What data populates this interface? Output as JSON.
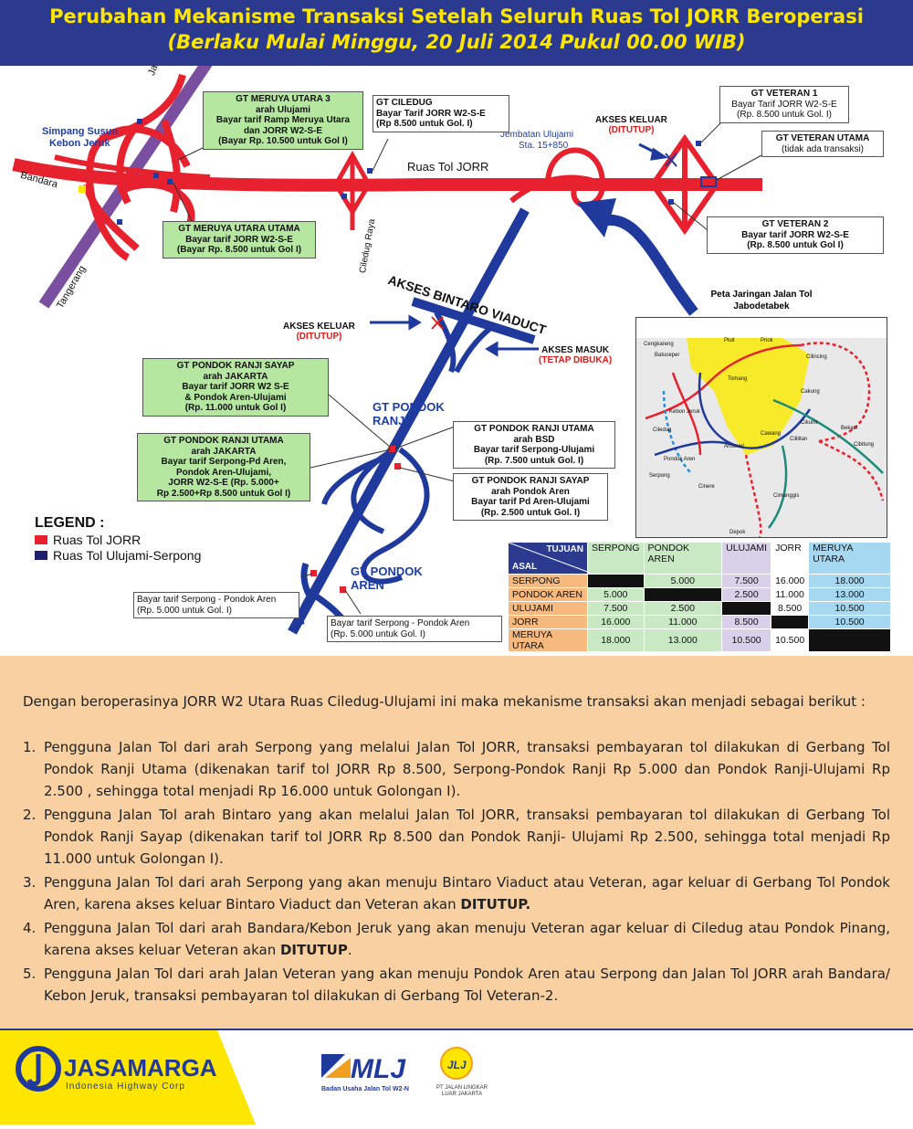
{
  "header": {
    "title": "Perubahan Mekanisme Transaksi Setelah Seluruh Ruas Tol JORR Beroperasi",
    "subtitle": "(Berlaku Mulai Minggu, 20 Juli 2014 Pukul 00.00 WIB)"
  },
  "map": {
    "boxes": {
      "meruya3": [
        "GT MERUYA UTARA 3",
        "arah Ulujami",
        "Bayar tarif Ramp Meruya Utara",
        "dan JORR W2-S-E",
        "(Bayar Rp. 10.500 untuk Gol I)"
      ],
      "meruya_utama": [
        "GT MERUYA UTARA UTAMA",
        "Bayar tarif JORR W2-S-E",
        "(Bayar Rp. 8.500 untuk Gol I)"
      ],
      "ciledug": [
        "GT CILEDUG",
        "Bayar Tarif JORR W2-S-E",
        "(Rp 8.500 untuk Gol. I)"
      ],
      "veteran1": [
        "GT VETERAN 1",
        "Bayar Tarif JORR W2-S-E",
        "(Rp. 8.500 untuk Gol. I)"
      ],
      "veteran_utama": [
        "GT VETERAN UTAMA",
        "(tidak ada transaksi)"
      ],
      "veteran2": [
        "GT VETERAN 2",
        "Bayar tarif JORR W2-S-E",
        "(Rp. 8.500 untuk Gol I)"
      ],
      "pr_sayap_jkt": [
        "GT PONDOK RANJI SAYAP",
        "arah JAKARTA",
        "Bayar tarif JORR W2 S-E",
        "& Pondok Aren-Ulujami",
        "(Rp. 11.000 untuk Gol I)"
      ],
      "pr_utama_jkt": [
        "GT PONDOK RANJI UTAMA",
        "arah JAKARTA",
        "Bayar tarif Serpong-Pd Aren,",
        "Pondok Aren-Ulujami,",
        "JORR W2-S-E (Rp. 5.000+",
        "Rp 2.500+Rp 8.500 untuk Gol I)"
      ],
      "pr_utama_bsd": [
        "GT PONDOK RANJI UTAMA",
        "arah BSD",
        "Bayar tarif Serpong-Ulujami",
        "(Rp. 7.500 untuk Gol. I)"
      ],
      "pr_sayap_pa": [
        "GT PONDOK RANJI SAYAP",
        "arah Pondok Aren",
        "Bayar tarif Pd Aren-Ulujami",
        "(Rp. 2.500 untuk Gol. I)"
      ],
      "pa_left": [
        "Bayar tarif Serpong - Pondok Aren",
        "(Rp. 5.000 untuk Gol. I)"
      ],
      "pa_right": [
        "Bayar tarif Serpong - Pondok Aren",
        "(Rp. 5.000 untuk Gol. I)"
      ]
    },
    "labels": {
      "jakarta": "Jakarta",
      "simpang": "Simpang Susun",
      "kebon": "Kebon Jeruk",
      "bandara": "Bandara",
      "tangerang": "Tangerang",
      "ruas": "Ruas Tol JORR",
      "ciledug_raya": "Ciledug Raya",
      "jembatan": "Jembatan Ulujami",
      "sta": "Sta. 15+850",
      "viaduct": "AKSES BINTARO VIADUCT",
      "gt_pr": "GT PONDOK",
      "gt_pr2": "RANJI",
      "gt_pa": "GT PONDOK",
      "gt_pa2": "AREN"
    },
    "akses": {
      "keluar_vet": "AKSES KELUAR",
      "keluar_vet_status": "(DITUTUP)",
      "keluar_bin": "AKSES KELUAR",
      "keluar_bin_status": "(DITUTUP)",
      "masuk_bin": "AKSES MASUK",
      "masuk_bin_status": "(TETAP DIBUKA)"
    },
    "legend": {
      "title": "LEGEND :",
      "item1": "Ruas Tol JORR",
      "item2": "Ruas Tol Ulujami-Serpong"
    },
    "inset": {
      "title1": "Peta Jaringan Jalan Tol",
      "title2": "Jabodetabek"
    },
    "inset_labels": [
      "Cengkareng",
      "Batuceper",
      "Kebon Jeruk",
      "Ciledug",
      "Serpong",
      "Pondok Aren",
      "Pluit",
      "Priok",
      "Cilincing",
      "Cakung",
      "Bekasi",
      "Cibitung",
      "Tomang",
      "Antasari",
      "Cililitan",
      "Cikunir",
      "Cawang",
      "Cinere",
      "Cimanggis",
      "Depok"
    ]
  },
  "matrix": {
    "header": {
      "tujuan": "TUJUAN",
      "asal": "ASAL",
      "cols": [
        "SERPONG",
        "PONDOK AREN",
        "ULUJAMI",
        "JORR",
        "MERUYA UTARA"
      ]
    },
    "rows": [
      {
        "asal": "SERPONG",
        "cells": [
          "",
          "5.000",
          "7.500",
          "16.000",
          "18.000"
        ]
      },
      {
        "asal": "PONDOK AREN",
        "cells": [
          "5.000",
          "",
          "2.500",
          "11.000",
          "13.000"
        ]
      },
      {
        "asal": "ULUJAMI",
        "cells": [
          "7.500",
          "2.500",
          "",
          "8.500",
          "10.500"
        ]
      },
      {
        "asal": "JORR",
        "cells": [
          "16.000",
          "11.000",
          "8.500",
          "",
          "10.500"
        ]
      },
      {
        "asal": "MERUYA UTARA",
        "cells": [
          "18.000",
          "13.000",
          "10.500",
          "10.500",
          ""
        ]
      }
    ]
  },
  "body": {
    "intro": "Dengan beroperasinya JORR W2 Utara Ruas Ciledug-Ulujami ini maka mekanisme transaksi akan menjadi sebagai berikut :",
    "points": [
      {
        "num": "1.",
        "text": "Pengguna Jalan Tol dari arah Serpong yang melalui Jalan Tol JORR, transaksi pembayaran tol dilakukan di Gerbang Tol Pondok Ranji Utama (dikenakan tarif tol JORR Rp 8.500, Serpong-Pondok Ranji Rp 5.000  dan Pondok Ranji-Ulujami Rp 2.500 , sehingga total menjadi Rp 16.000 untuk Golongan I).",
        "bold": ""
      },
      {
        "num": "2.",
        "text": "Pengguna Jalan Tol arah Bintaro yang akan melalui Jalan Tol JORR, transaksi pembayaran tol dilakukan di Gerbang Tol Pondok Ranji Sayap (dikenakan tarif tol JORR Rp 8.500 dan Pondok  Ranji- Ulujami Rp  2.500, sehingga total menjadi Rp 11.000  untuk Golongan I).",
        "bold": ""
      },
      {
        "num": "3.",
        "text": "Pengguna Jalan Tol dari arah Serpong yang akan menuju Bintaro Viaduct atau Veteran, agar keluar di Gerbang Tol Pondok Aren, karena akses keluar Bintaro Viaduct dan Veteran akan ",
        "bold": "DITUTUP."
      },
      {
        "num": "4.",
        "text": "Pengguna Jalan Tol dari arah Bandara/Kebon Jeruk yang akan menuju Veteran agar keluar di Ciledug atau Pondok Pinang, karena akses keluar Veteran akan ",
        "bold": "DITUTUP",
        "tail": "."
      },
      {
        "num": "5.",
        "text": "Pengguna Jalan Tol dari arah Jalan Veteran yang akan menuju Pondok Aren atau Serpong dan Jalan Tol JORR arah Bandara/ Kebon Jeruk, transaksi pembayaran tol dilakukan di Gerbang Tol Veteran-2.",
        "bold": ""
      }
    ]
  },
  "footer": {
    "jm_name": "JASAMARGA",
    "jm_sub": "Indonesia Highway Corp",
    "mlj_mark": "MLJ",
    "mlj_caption": "Badan Usaha Jalan Tol W2-N",
    "jlj_mark": "JLJ",
    "jlj_caption1": "PT JALAN LINGKAR",
    "jlj_caption2": "LUAR JAKARTA"
  },
  "colors": {
    "header_bg": "#2b3a8f",
    "header_text": "#ffe600",
    "jorr_red": "#e8212f",
    "ulujami_blue": "#1f3a9c",
    "lower_bg": "#f9d0a2"
  }
}
